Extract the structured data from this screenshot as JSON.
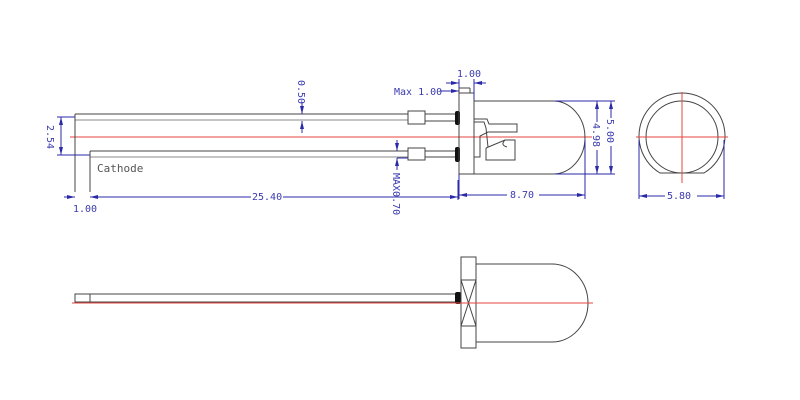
{
  "title": "5mm LED outline drawing",
  "labels": {
    "pitch": "2.54",
    "lead_offset": "1.00",
    "lead_length": "25.40",
    "lead_width": "0.50",
    "cathode": "Cathode",
    "max_flange": "Max 1.00",
    "flange_width": "1.00",
    "lead_max": "MAX0.70",
    "body_length": "8.70",
    "lens_dia": "4.98",
    "body_dia": "5.00",
    "flange_dia": "5.80"
  },
  "colors": {
    "centerline": "#e8443f",
    "dimension": "#2a2aa8",
    "outline": "#444444"
  }
}
